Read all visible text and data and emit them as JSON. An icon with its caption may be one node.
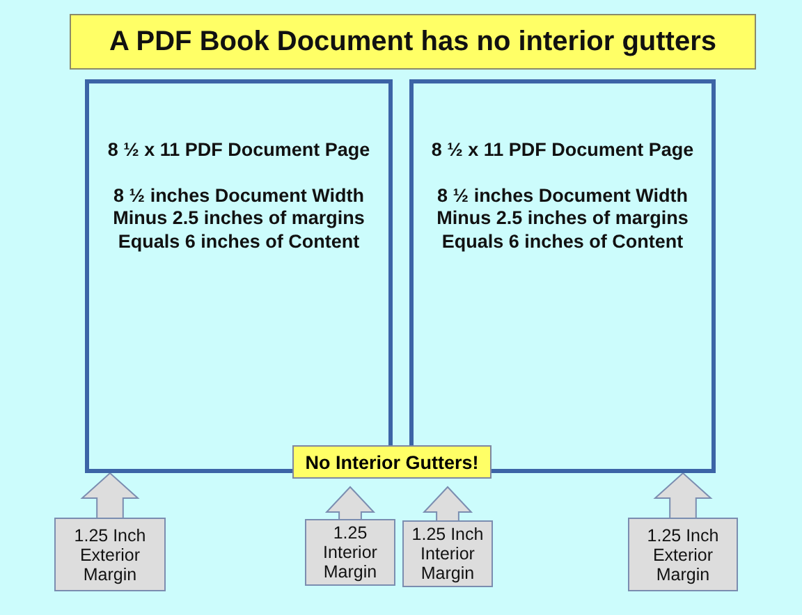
{
  "diagram": {
    "title": "A PDF Book Document has no interior gutters",
    "nodes": [
      {
        "text": [
          "8 ½ x 11 PDF Document Page",
          "8 ½ inches Document Width Minus 2.5 inches of margins Equals 6 inches of Content"
        ]
      },
      {
        "text": [
          "8 ½ x 11 PDF Document Page",
          "8 ½ inches Document Width Minus 2.5 inches of margins Equals 6 inches of Content"
        ]
      },
      {
        "text": [
          "No Interior Gutters!"
        ]
      },
      {
        "text": [
          "1.25 Inch Exterior Margin"
        ]
      },
      {
        "text": [
          "1.25 Interior Margin"
        ]
      },
      {
        "text": [
          "1.25 Inch Interior Margin"
        ]
      },
      {
        "text": [
          "1.25 Inch Exterior Margin"
        ]
      }
    ],
    "edges": [
      {
        "from": 3,
        "to": 0,
        "arrow": "to"
      },
      {
        "from": 4,
        "to": 0,
        "arrow": "to"
      },
      {
        "from": 5,
        "to": 1,
        "arrow": "to"
      },
      {
        "from": 6,
        "to": 1,
        "arrow": "to"
      }
    ]
  }
}
